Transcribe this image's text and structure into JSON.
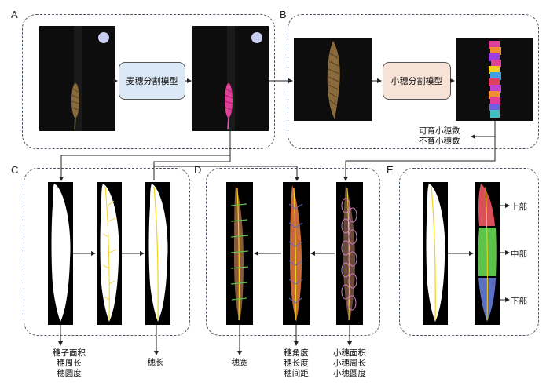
{
  "panels": {
    "a": "A",
    "b": "B",
    "c": "C",
    "d": "D",
    "e": "E"
  },
  "processes": {
    "wheat_ear_segmentation": "麦穗分割模型",
    "spikelet_segmentation": "小穗分割模型"
  },
  "outputs": {
    "fertile_spikelets": "可育小穗数",
    "sterile_spikelets": "不育小穗数",
    "ear_area": "穗子面积",
    "ear_perimeter": "穗周长",
    "ear_roundness": "穗圆度",
    "ear_length": "穗长",
    "ear_width": "穗宽",
    "ear_angle": "穗角度",
    "ear_length_degree": "穗长度",
    "ear_spacing": "穗间距",
    "spikelet_area": "小穗面积",
    "spikelet_perimeter": "小穗周长",
    "spikelet_roundness": "小穗圆度"
  },
  "regions": {
    "upper": "上部",
    "middle": "中部",
    "lower": "下部"
  },
  "colors": {
    "box_blue": "#dbe8f5",
    "box_peach": "#f6e2d6",
    "border_dashed": "#4a5a6a",
    "spike_brown": "#8a6a3a",
    "segmentation_pink": "#e0409a",
    "skeleton_yellow": "#f5d21a",
    "upper_red": "#d9505a",
    "middle_green": "#5cc24a",
    "lower_blue": "#5b6fc4"
  }
}
